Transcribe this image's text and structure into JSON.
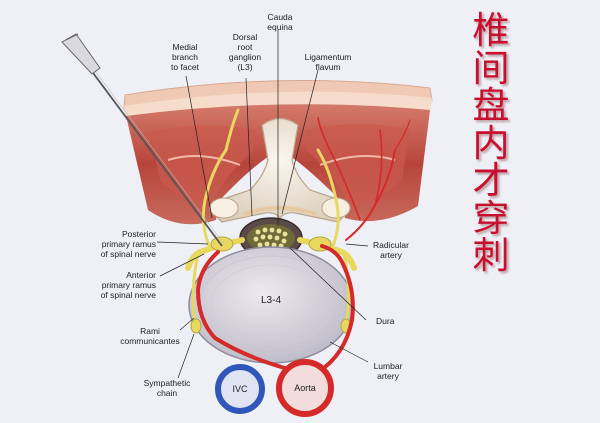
{
  "title_chars": [
    "椎",
    "间",
    "盘",
    "内",
    "才",
    "穿",
    "刺"
  ],
  "labels": {
    "cauda_equina": "Cauda\nequina",
    "medial_branch": "Medial\nbranch\nto facet",
    "dorsal_root_ganglion": "Dorsal\nroot\nganglion\n(L3)",
    "ligamentum_flavum": "Ligamentum\nflavum",
    "posterior_ramus": "Posterior\nprimary ramus\nof spinal nerve",
    "anterior_ramus": "Anterior\nprimary ramus\nof spinal nerve",
    "radicular_artery": "Radicular\nartery",
    "disc_level": "L3-4",
    "dura": "Dura",
    "rami_communicantes": "Rami\ncommunicantes",
    "lumbar_artery": "Lumbar\nartery",
    "sympathetic_chain": "Sympathetic\nchain",
    "ivc": "IVC",
    "aorta": "Aorta"
  },
  "colors": {
    "title": "#c8102e",
    "muscle": "#b8453c",
    "skin": "#f0c9b4",
    "nerve": "#e8d860",
    "artery": "#d42a2a",
    "ivc": "#2f56b8",
    "disc": "#d5d3dc",
    "bone": "#efe6da"
  }
}
